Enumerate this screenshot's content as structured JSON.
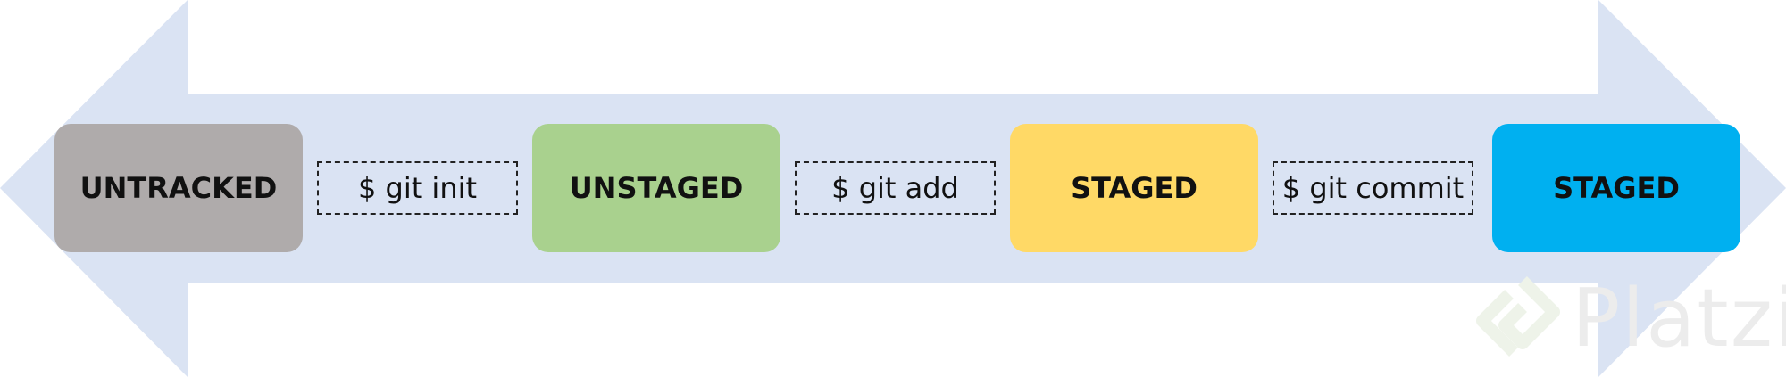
{
  "diagram": {
    "stages": [
      {
        "label": "UNTRACKED",
        "color": "#afabab"
      },
      {
        "label": "UNSTAGED",
        "color": "#a9d18e"
      },
      {
        "label": "STAGED",
        "color": "#ffd966"
      },
      {
        "label": "STAGED",
        "color": "#00b0f0"
      }
    ],
    "commands": [
      {
        "label": "$ git init"
      },
      {
        "label": "$ git add"
      },
      {
        "label": "$ git commit"
      }
    ],
    "arrow_color": "#dae3f3"
  },
  "watermark": {
    "text": "Platzi",
    "icon": "platzi-logo-icon"
  }
}
